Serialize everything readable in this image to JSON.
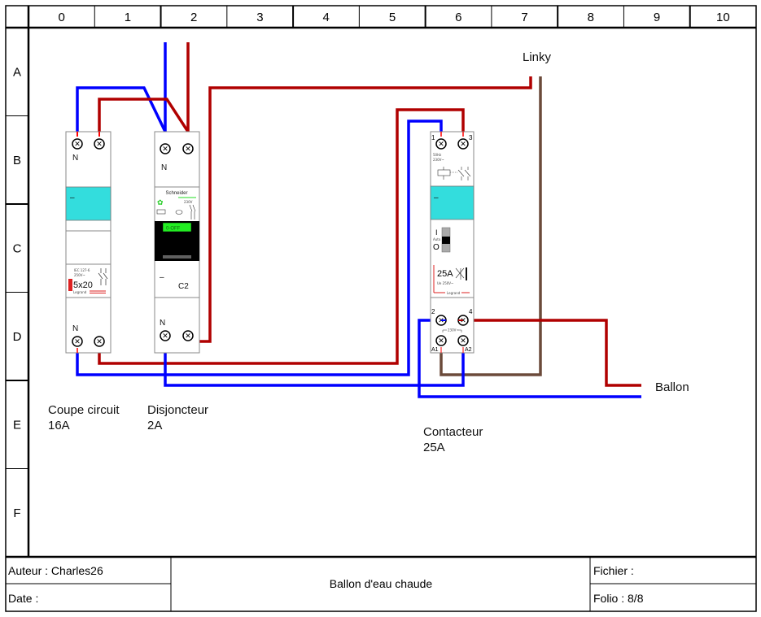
{
  "frame": {
    "columns": [
      "0",
      "1",
      "2",
      "3",
      "4",
      "5",
      "6",
      "7",
      "8",
      "9",
      "10"
    ],
    "rows": [
      "A",
      "B",
      "C",
      "D",
      "E",
      "F"
    ]
  },
  "components": {
    "coupe_circuit": {
      "label_line1": "Coupe circuit",
      "label_line2": "16A",
      "terminal_top_neutral": "N",
      "terminal_bottom_neutral": "N",
      "fuse_rating": "5x20",
      "spec_line1": "IEC 127-6",
      "spec_line2": "250V~",
      "brand": "Legrand",
      "window_mark": "–"
    },
    "disjoncteur": {
      "label_line1": "Disjoncteur",
      "label_line2": "2A",
      "terminal_top_neutral": "N",
      "terminal_bottom_neutral": "N",
      "brand": "Schneider",
      "toggle_text": "0-OFF",
      "curve_rating": "C2",
      "window_mark": "–",
      "spec": "230V"
    },
    "contacteur": {
      "label_line1": "Contacteur",
      "label_line2": "25A",
      "terminal_1": "1",
      "terminal_3": "3",
      "terminal_2": "2",
      "terminal_4": "4",
      "coil_a1": "A1",
      "coil_a2": "A2",
      "freq": "50Hz",
      "voltage": "230V~",
      "rating": "25A",
      "mode_on": "I",
      "mode_auto": "Auto",
      "mode_off": "O",
      "coil_voltage": "230V~",
      "ue": "Ue 250V~",
      "brand": "Legrand",
      "window_mark": "–"
    }
  },
  "external_labels": {
    "linky": "Linky",
    "ballon": "Ballon"
  },
  "wire_colors": {
    "phase": "#b00000",
    "neutral": "#0000ff",
    "pilot": "#6b4a3a"
  },
  "module_colors": {
    "window": "#33dddd",
    "toggle_green": "#22ee22",
    "frame": "#888888"
  },
  "title_block": {
    "author_label": "Auteur : Charles26",
    "date_label": "Date :",
    "title": "Ballon d'eau chaude",
    "file_label": "Fichier :",
    "folio_label": "Folio : 8/8"
  }
}
